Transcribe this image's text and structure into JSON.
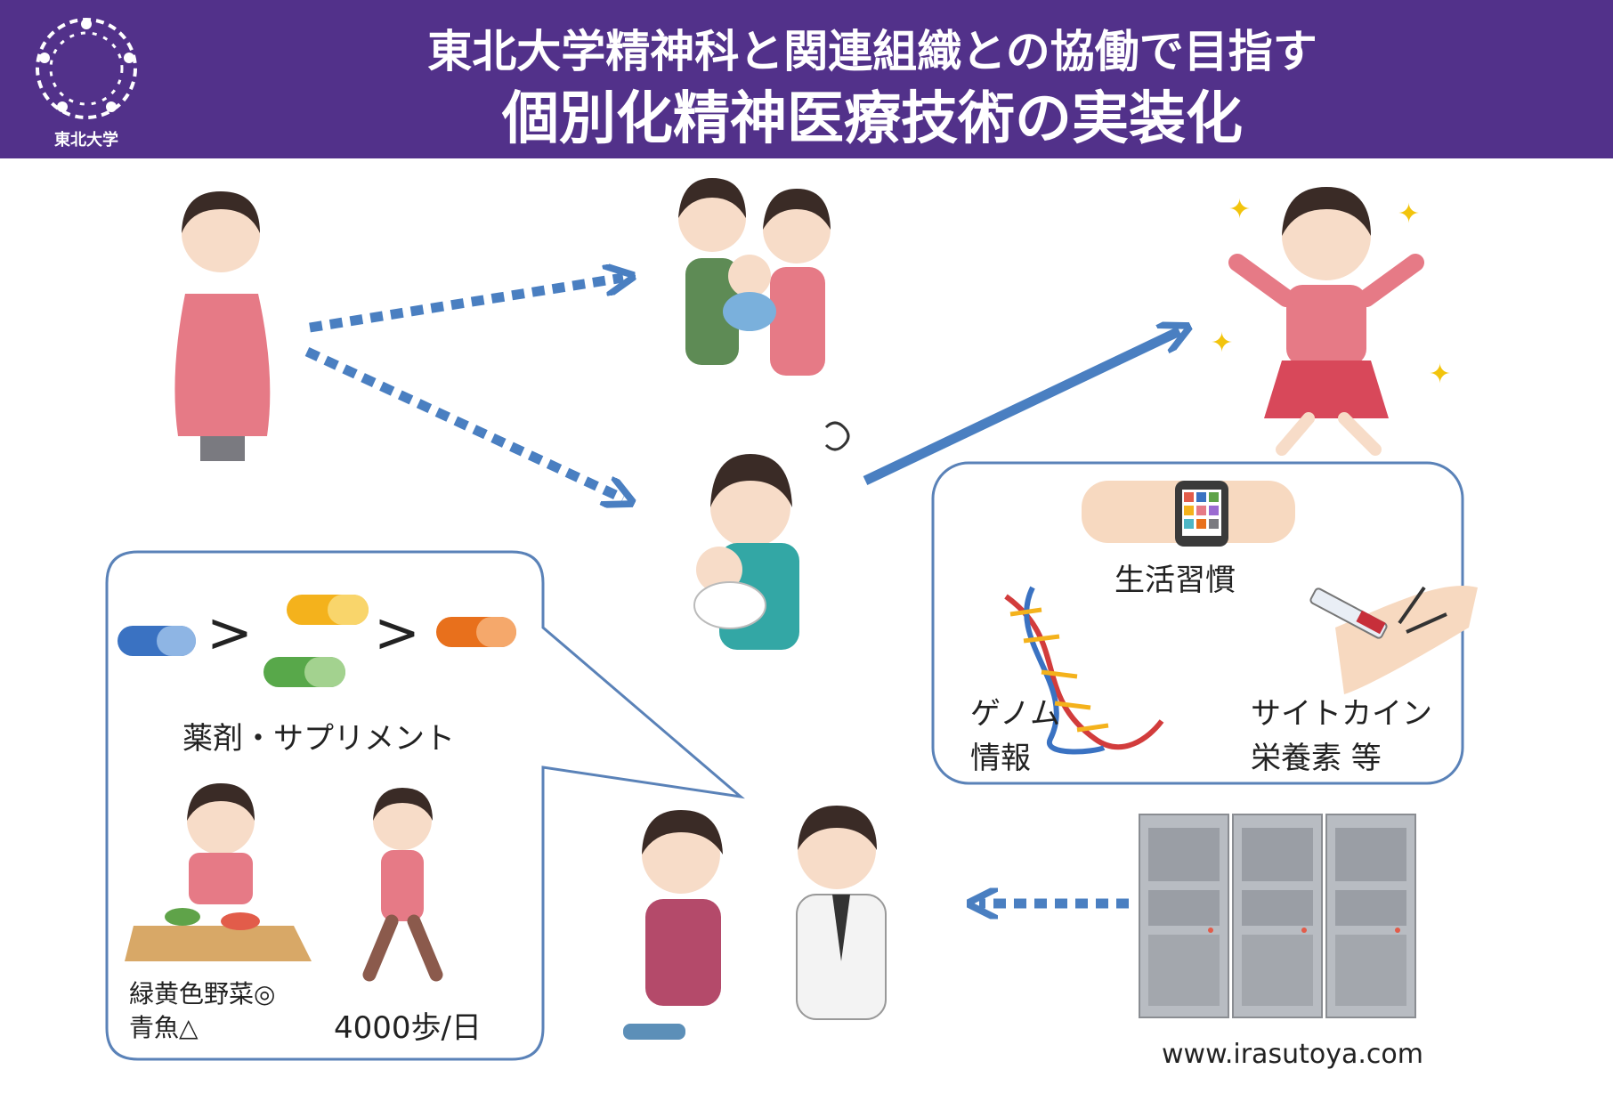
{
  "header": {
    "title_line1": "東北大学精神科と関連組織との協働で目指す",
    "title_line2": "個別化精神医療技術の実装化",
    "logo_text": "東北大学"
  },
  "left_bubble": {
    "medicine_label": "薬剤・サプリメント",
    "greater_1": ">",
    "greater_2": ">",
    "food_line1": "緑黄色野菜◎",
    "food_line2": "青魚△",
    "steps": "4000歩/日"
  },
  "right_box": {
    "lifestyle": "生活習慣",
    "genome_line1": "ゲノム",
    "genome_line2": "情報",
    "cytokine_line1": "サイトカイン",
    "cytokine_line2": "栄養素 等"
  },
  "credit": "www.irasutoya.com",
  "colors": {
    "header_bg": "#52318a",
    "arrow": "#4a7fc1",
    "box_border": "#5a82b8"
  }
}
